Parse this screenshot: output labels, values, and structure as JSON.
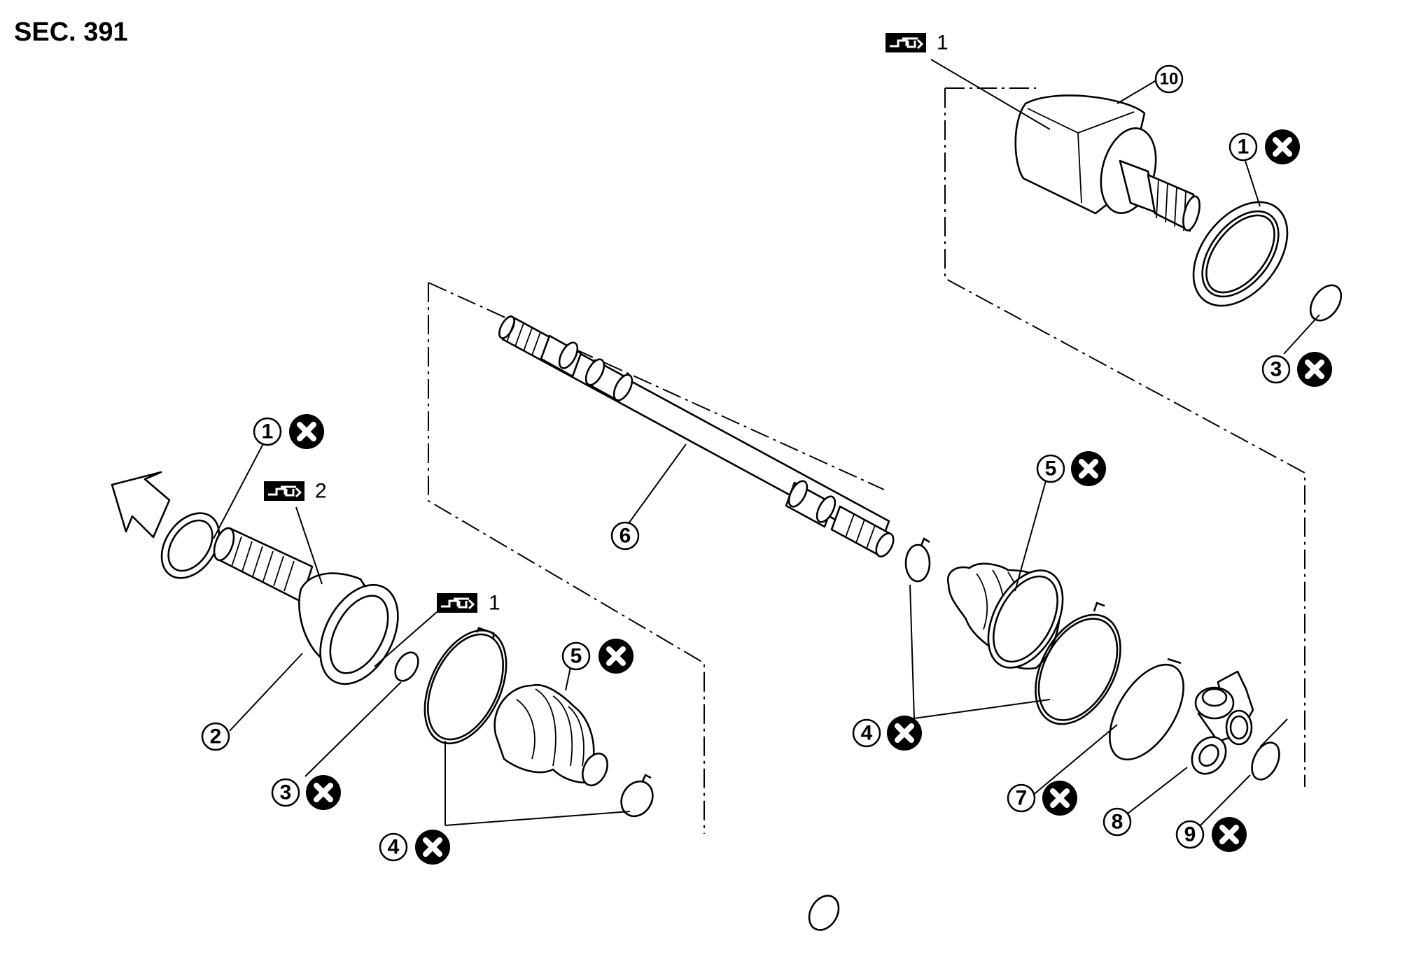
{
  "section_label": "SEC. 391",
  "callouts": {
    "c1": "1",
    "c2": "2",
    "c3": "3",
    "c4": "4",
    "c5": "5",
    "c6": "6",
    "c7": "7",
    "c8": "8",
    "c9": "9",
    "c10": "10"
  },
  "torque_refs": {
    "t_inner_joint": "1",
    "t_outer_joint": "2",
    "t_outer_housing": "1"
  },
  "symbols": {
    "non_reusable": "x-circle-icon",
    "torque": "torque-wrench-icon",
    "direction": "vehicle-front-arrow-icon"
  }
}
